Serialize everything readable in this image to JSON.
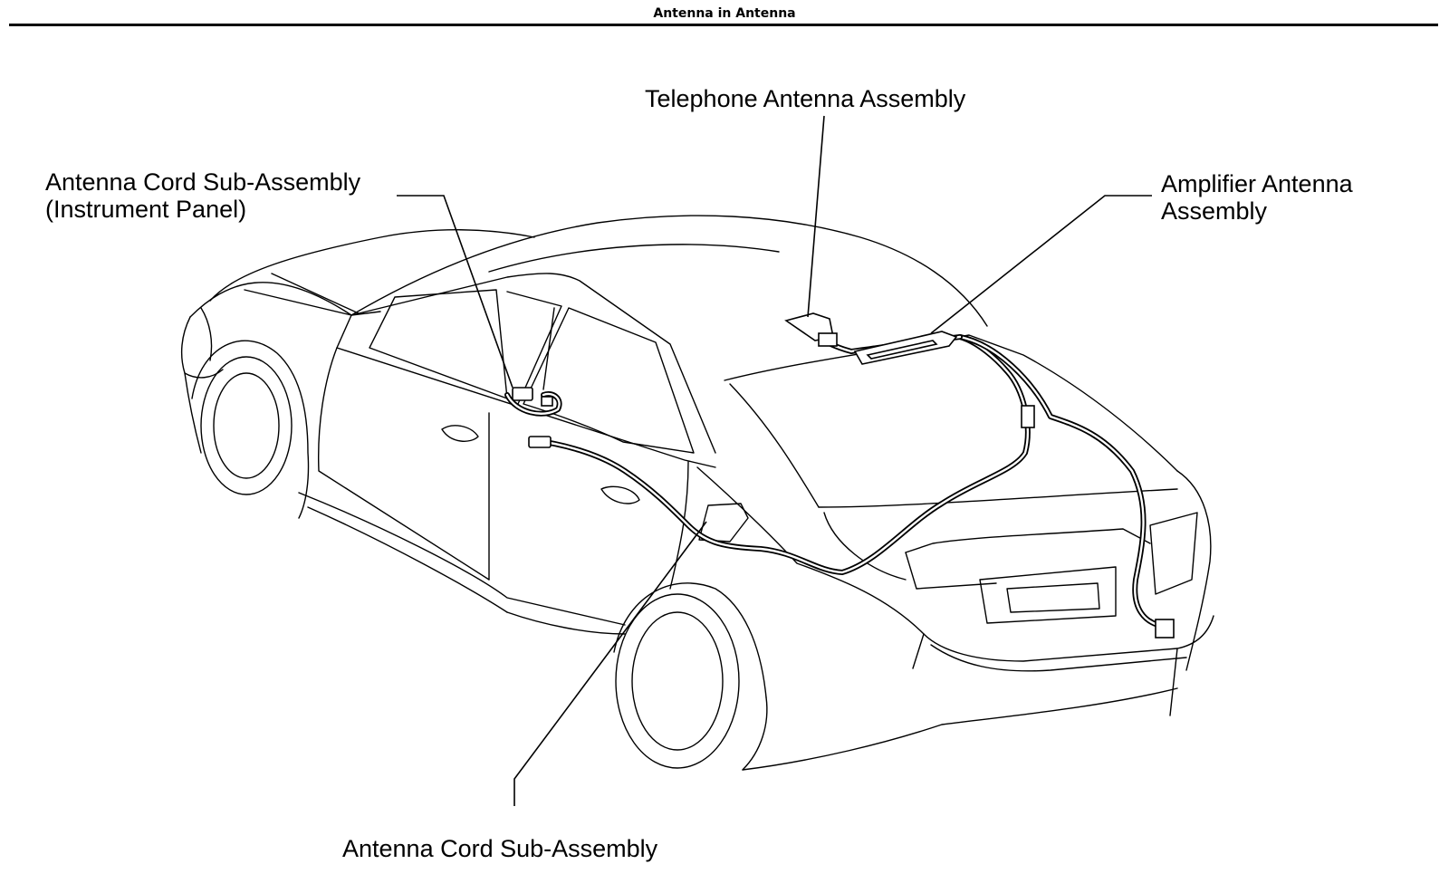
{
  "header": {
    "title": "Antenna in Antenna"
  },
  "labels": {
    "telephone_antenna": "Telephone Antenna Assembly",
    "cord_ip_line1": "Antenna Cord Sub-Assembly",
    "cord_ip_line2": "(Instrument Panel)",
    "amplifier_line1": "Amplifier Antenna",
    "amplifier_line2": "Assembly",
    "cord_sub": "Antenna Cord Sub-Assembly"
  },
  "colors": {
    "line": "#000000",
    "background": "#ffffff"
  }
}
